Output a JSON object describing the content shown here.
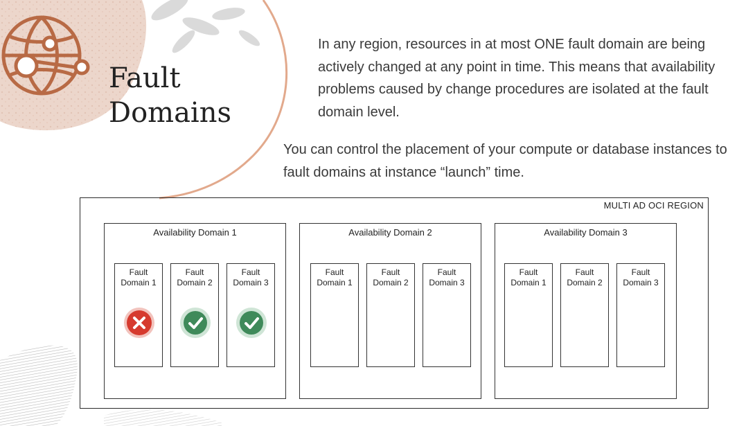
{
  "slide": {
    "title_line1": "Fault",
    "title_line2": "Domains",
    "paragraph1": "In any region, resources in at most ONE fault domain are being actively changed at any point in time. This means that availability problems caused by change procedures are isolated at the fault domain level.",
    "paragraph2": "You can control the placement of your compute or database instances to fault domains at instance “launch” time.",
    "logo_icon": "globe-network-icon"
  },
  "colors": {
    "accent": "#b86a45",
    "decor_blush": "#e9cfc3",
    "fail_red": "#d63a2e",
    "ok_green": "#3f8a5a",
    "ok_halo": "#cfe5d6"
  },
  "diagram": {
    "region_label": "MULTI AD OCI REGION",
    "availability_domains": [
      {
        "title": "Availability Domain 1",
        "fault_domains": [
          {
            "line1": "Fault",
            "line2": "Domain 1",
            "status": "fail",
            "icon": "x-circle-icon"
          },
          {
            "line1": "Fault",
            "line2": "Domain 2",
            "status": "ok",
            "icon": "check-circle-icon"
          },
          {
            "line1": "Fault",
            "line2": "Domain 3",
            "status": "ok",
            "icon": "check-circle-icon"
          }
        ]
      },
      {
        "title": "Availability Domain 2",
        "fault_domains": [
          {
            "line1": "Fault",
            "line2": "Domain 1"
          },
          {
            "line1": "Fault",
            "line2": "Domain 2"
          },
          {
            "line1": "Fault",
            "line2": "Domain 3"
          }
        ]
      },
      {
        "title": "Availability Domain 3",
        "fault_domains": [
          {
            "line1": "Fault",
            "line2": "Domain 1"
          },
          {
            "line1": "Fault",
            "line2": "Domain 2"
          },
          {
            "line1": "Fault",
            "line2": "Domain 3"
          }
        ]
      }
    ]
  }
}
